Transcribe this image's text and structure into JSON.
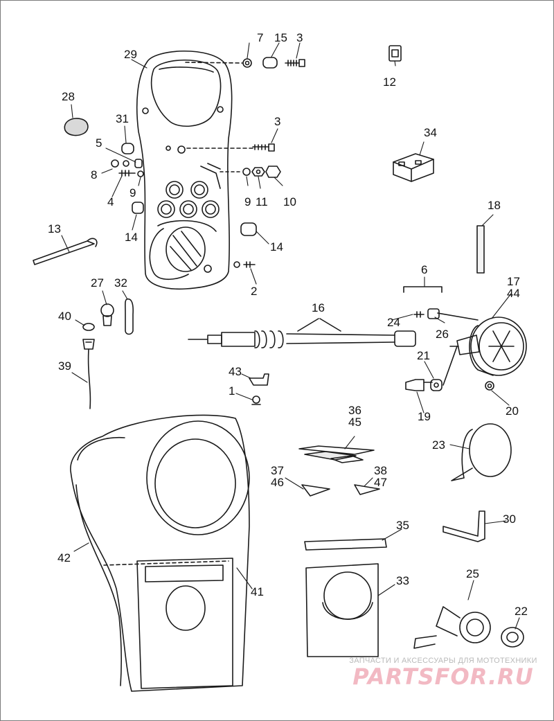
{
  "callouts": [
    "7",
    "15",
    "3",
    "29",
    "12",
    "28",
    "31",
    "3",
    "5",
    "8",
    "9",
    "9",
    "11",
    "10",
    "4",
    "34",
    "18",
    "14",
    "13",
    "14",
    "2",
    "6",
    "27",
    "32",
    "17",
    "44",
    "40",
    "16",
    "24",
    "26",
    "39",
    "21",
    "43",
    "1",
    "19",
    "20",
    "36",
    "45",
    "23",
    "37",
    "46",
    "38",
    "47",
    "30",
    "42",
    "35",
    "41",
    "33",
    "25",
    "22"
  ],
  "watermark": {
    "subtitle": "ЗАПЧАСТИ И АКСЕССУАРЫ ДЛЯ МОТОТЕХНИКИ",
    "logo": "PARTSFOR.RU"
  },
  "colors": {
    "line": "#1a1a1a",
    "watermark_logo": "#f2b9c3",
    "watermark_text": "#b9b9b9"
  }
}
